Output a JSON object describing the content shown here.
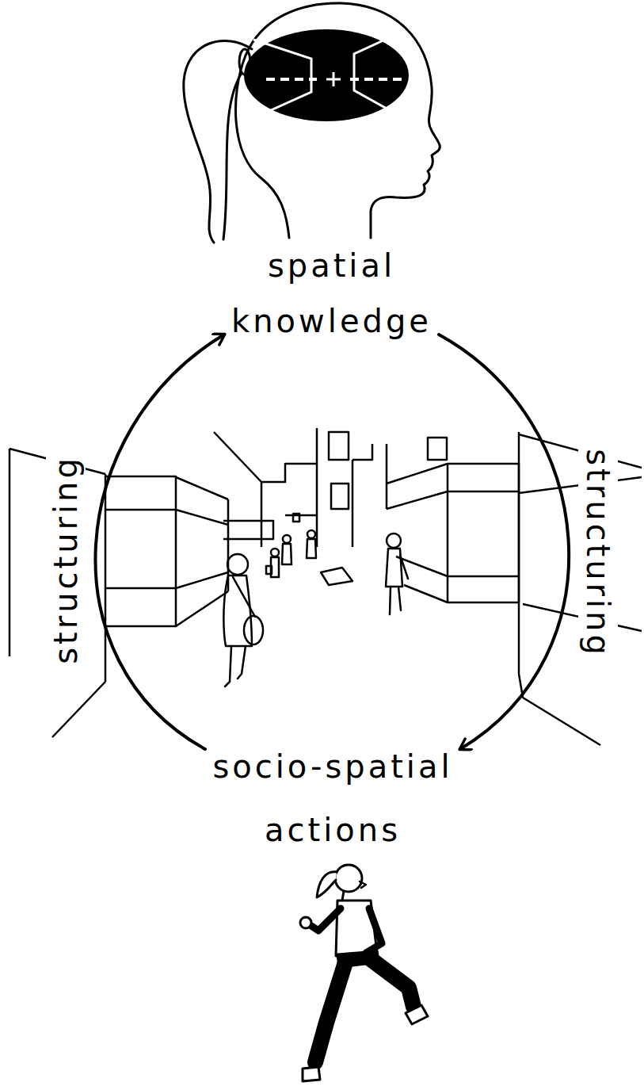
{
  "diagram": {
    "nodes": [
      {
        "text": [
          "spatial knowledge"
        ]
      },
      {
        "text": [
          "socio-spatial actions"
        ]
      }
    ],
    "edges": [
      {
        "from": 1,
        "to": 0,
        "arrow": "to",
        "label": "structuring"
      },
      {
        "from": 0,
        "to": 1,
        "arrow": "to",
        "label": "structuring"
      }
    ]
  }
}
